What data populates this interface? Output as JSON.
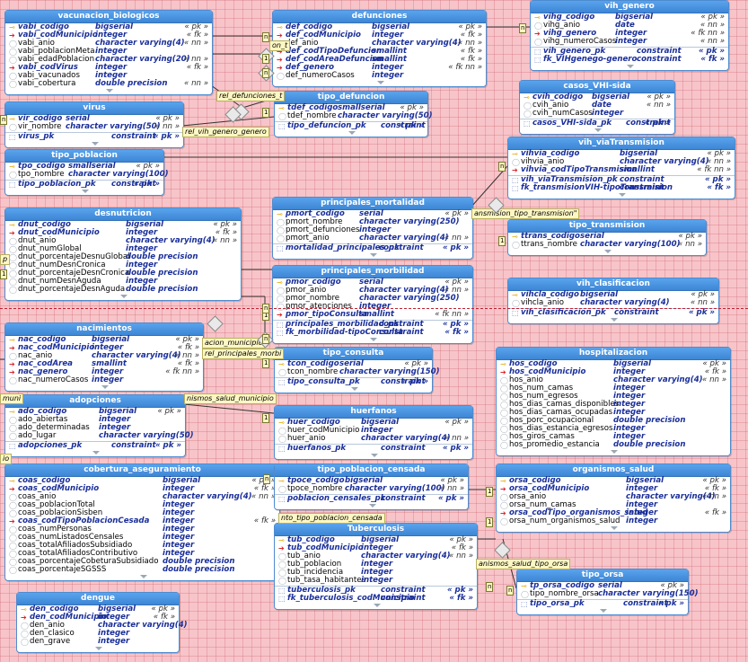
{
  "colors": {
    "background": "#f7c4c9",
    "header": "#4a94e0",
    "type_text": "#1a2f9a",
    "relation_label": "#fdf7c3"
  },
  "tables": [
    {
      "name": "vacunacion_biologicos",
      "cols": [
        [
          "pk",
          "vabi_codigo",
          "bigserial",
          "« pk »"
        ],
        [
          "fk",
          "vabi_codMunicipio",
          "integer",
          "« fk »"
        ],
        [
          "col",
          "vabi_anio",
          "character varying(4)",
          "« nn »"
        ],
        [
          "col",
          "vabi_poblacionMeta",
          "integer",
          ""
        ],
        [
          "col",
          "vabi_edadPoblacion",
          "character varying(20)",
          "« nn »"
        ],
        [
          "fk",
          "vabi_codVirus",
          "integer",
          "« fk »"
        ],
        [
          "col",
          "vabi_vacunados",
          "integer",
          ""
        ],
        [
          "col",
          "vabi_cobertura",
          "double precision",
          "« nn »"
        ]
      ],
      "idx": []
    },
    {
      "name": "defunciones",
      "cols": [
        [
          "pk",
          "def_codigo",
          "bigserial",
          "« pk »"
        ],
        [
          "fk",
          "def_codMunicipio",
          "integer",
          "« fk »"
        ],
        [
          "col",
          "def_anio",
          "character varying(4)",
          "« nn »"
        ],
        [
          "fk",
          "def_codTipoDefuncion",
          "smallint",
          "« fk »"
        ],
        [
          "fk",
          "def_codAreaDefuncion",
          "smallint",
          "« fk »"
        ],
        [
          "fk",
          "def_genero",
          "integer",
          "« fk nn »"
        ],
        [
          "col",
          "def_numeroCasos",
          "integer",
          ""
        ]
      ],
      "idx": []
    },
    {
      "name": "vih_genero",
      "cols": [
        [
          "pk",
          "vihg_codigo",
          "bigserial",
          "« pk »"
        ],
        [
          "col",
          "vihg_anio",
          "date",
          "« nn »"
        ],
        [
          "fk",
          "vihg_genero",
          "integer",
          "« fk nn »"
        ],
        [
          "col",
          "vihg_numeroCasos",
          "integer",
          "« nn »"
        ]
      ],
      "idx": [
        [
          "vih_genero_pk",
          "constraint",
          "« pk »"
        ],
        [
          "fk_VIHgenego-genero",
          "constraint",
          "« fk »"
        ]
      ]
    },
    {
      "name": "virus",
      "cols": [
        [
          "pk",
          "vir_codigo",
          "serial",
          "« pk »"
        ],
        [
          "col",
          "vir_nombre",
          "character varying(50)",
          "« nn »"
        ]
      ],
      "idx": [
        [
          "virus_pk",
          "constraint",
          "« pk »"
        ]
      ]
    },
    {
      "name": "tipo_defuncion",
      "cols": [
        [
          "pk",
          "tdef_codigo",
          "smallserial",
          "« pk »"
        ],
        [
          "col",
          "tdef_nombre",
          "character varying(50)",
          ""
        ]
      ],
      "idx": [
        [
          "tipo_defuncion_pk",
          "constraint",
          "« pk »"
        ]
      ]
    },
    {
      "name": "casos_VHI-sida",
      "cols": [
        [
          "pk",
          "cvih_codigo",
          "bigserial",
          "« pk »"
        ],
        [
          "col",
          "cvih_anio",
          "date",
          "« nn »"
        ],
        [
          "col",
          "cvih_numCasos",
          "integer",
          ""
        ]
      ],
      "idx": [
        [
          "casos_VHI-sida_pk",
          "constraint",
          "« pk »"
        ]
      ]
    },
    {
      "name": "tipo_poblacion",
      "cols": [
        [
          "pk",
          "tpo_codigo",
          "smallserial",
          "« pk »"
        ],
        [
          "col",
          "tpo_nombre",
          "character varying(100)",
          ""
        ]
      ],
      "idx": [
        [
          "tipo_poblacion_pk",
          "constraint",
          "« pk »"
        ]
      ]
    },
    {
      "name": "vih_viaTransmision",
      "cols": [
        [
          "pk",
          "vihvia_codigo",
          "bigserial",
          "« pk »"
        ],
        [
          "col",
          "vihvia_anio",
          "character varying(4)",
          "« nn »"
        ],
        [
          "fk",
          "vihvia_codTipoTransmision",
          "smallint",
          "« fk nn »"
        ]
      ],
      "idx": [
        [
          "vih_viaTransmision_pk",
          "constraint",
          "« pk »"
        ],
        [
          "fk_transmisionVIH-tipoTransmision",
          "constraint",
          "« fk »"
        ]
      ]
    },
    {
      "name": "principales_mortalidad",
      "cols": [
        [
          "pk",
          "pmort_codigo",
          "serial",
          "« pk »"
        ],
        [
          "col",
          "pmort_nombre",
          "character varying(250)",
          ""
        ],
        [
          "col",
          "pmort_defunciones",
          "integer",
          ""
        ],
        [
          "col",
          "pmort_anio",
          "character varying(4)",
          "« nn »"
        ]
      ],
      "idx": [
        [
          "mortalidad_principales_pk",
          "constraint",
          "« pk »"
        ]
      ]
    },
    {
      "name": "desnutricion",
      "cols": [
        [
          "pk",
          "dnut_codigo",
          "bigserial",
          "« pk »"
        ],
        [
          "fk",
          "dnut_codMunicipio",
          "integer",
          "« fk »"
        ],
        [
          "col",
          "dnut_anio",
          "character varying(4)",
          "« nn »"
        ],
        [
          "col",
          "dnut_numGlobal",
          "integer",
          ""
        ],
        [
          "col",
          "dnut_porcentajeDesnuGlobal",
          "double precision",
          ""
        ],
        [
          "col",
          "dnut_numDesnCronica",
          "integer",
          ""
        ],
        [
          "col",
          "dnut_porcentajeDesnCronica",
          "double precision",
          ""
        ],
        [
          "col",
          "dnut_numDesnAguda",
          "integer",
          ""
        ],
        [
          "col",
          "dnut_porcentajeDesnAguda",
          "double precision",
          ""
        ]
      ],
      "idx": []
    },
    {
      "name": "tipo_transmision",
      "cols": [
        [
          "pk",
          "ttrans_codigo",
          "serial",
          "« pk »"
        ],
        [
          "col",
          "ttrans_nombre",
          "character varying(100)",
          "« nn »"
        ]
      ],
      "idx": []
    },
    {
      "name": "principales_morbilidad",
      "cols": [
        [
          "pk",
          "pmor_codigo",
          "serial",
          "« pk »"
        ],
        [
          "col",
          "pmor_anio",
          "character varying(4)",
          "« nn »"
        ],
        [
          "col",
          "pmor_nombre",
          "character varying(250)",
          ""
        ],
        [
          "col",
          "pmor_atenciones",
          "integer",
          ""
        ],
        [
          "fk",
          "pmor_tipoConsulta",
          "smallint",
          "« fk nn »"
        ]
      ],
      "idx": [
        [
          "principales_morbilidad_pk",
          "constraint",
          "« pk »"
        ],
        [
          "fk_morbilidad-tipoConsulta",
          "constraint",
          "« fk »"
        ]
      ]
    },
    {
      "name": "vih_clasificacion",
      "cols": [
        [
          "pk",
          "vihcla_codigo",
          "bigserial",
          "« pk »"
        ],
        [
          "col",
          "vihcla_anio",
          "character varying(4)",
          "« nn »"
        ]
      ],
      "idx": [
        [
          "vih_clasificacion_pk",
          "constraint",
          "« pk »"
        ]
      ]
    },
    {
      "name": "nacimientos",
      "cols": [
        [
          "pk",
          "nac_codigo",
          "bigserial",
          "« pk »"
        ],
        [
          "fk",
          "nac_codMunicipio",
          "integer",
          "« fk »"
        ],
        [
          "col",
          "nac_anio",
          "character varying(4)",
          "« nn »"
        ],
        [
          "fk",
          "nac_codArea",
          "smallint",
          "« fk »"
        ],
        [
          "fk",
          "nac_genero",
          "integer",
          "« fk nn »"
        ],
        [
          "col",
          "nac_numeroCasos",
          "integer",
          ""
        ]
      ],
      "idx": []
    },
    {
      "name": "tipo_consulta",
      "cols": [
        [
          "pk",
          "tcon_codigo",
          "serial",
          "« pk »"
        ],
        [
          "col",
          "tcon_nombre",
          "character varying(150)",
          ""
        ]
      ],
      "idx": [
        [
          "tipo_consulta_pk",
          "constraint",
          "« pk »"
        ]
      ]
    },
    {
      "name": "hospitalizacion",
      "cols": [
        [
          "pk",
          "hos_codigo",
          "bigserial",
          "« pk »"
        ],
        [
          "fk",
          "hos_codMunicipio",
          "integer",
          "« fk »"
        ],
        [
          "col",
          "hos_anio",
          "character varying(4)",
          "« nn »"
        ],
        [
          "col",
          "hos_num_camas",
          "integer",
          ""
        ],
        [
          "col",
          "hos_num_egresos",
          "integer",
          ""
        ],
        [
          "col",
          "hos_dias_camas_disponibles",
          "integer",
          ""
        ],
        [
          "col",
          "hos_dias_camas_ocupadas",
          "integer",
          ""
        ],
        [
          "col",
          "hos_porc_ocupacional",
          "double precision",
          ""
        ],
        [
          "col",
          "hos_dias_estancia_egresos",
          "integer",
          ""
        ],
        [
          "col",
          "hos_giros_camas",
          "integer",
          ""
        ],
        [
          "col",
          "hos_promedio_estancia",
          "double precision",
          ""
        ]
      ],
      "idx": []
    },
    {
      "name": "adopciones",
      "cols": [
        [
          "pk",
          "ado_codigo",
          "bigserial",
          "« pk »"
        ],
        [
          "col",
          "ado_abiertas",
          "integer",
          ""
        ],
        [
          "col",
          "ado_determinadas",
          "integer",
          ""
        ],
        [
          "col",
          "ado_lugar",
          "character varying(50)",
          ""
        ]
      ],
      "idx": [
        [
          "adopciones_pk",
          "constraint",
          "« pk »"
        ]
      ]
    },
    {
      "name": "huerfanos",
      "cols": [
        [
          "pk",
          "huer_codigo",
          "bigserial",
          "« pk »"
        ],
        [
          "col",
          "huer_codMunicipio",
          "integer",
          ""
        ],
        [
          "col",
          "huer_anio",
          "character varying(4)",
          "« nn »"
        ]
      ],
      "idx": [
        [
          "huerfanos_pk",
          "constraint",
          "« pk »"
        ]
      ]
    },
    {
      "name": "cobertura_aseguramiento",
      "cols": [
        [
          "pk",
          "coas_codigo",
          "bigserial",
          "« pk »"
        ],
        [
          "fk",
          "coas_codMunicipio",
          "integer",
          "« fk »"
        ],
        [
          "col",
          "coas_anio",
          "character varying(4)",
          "« nn »"
        ],
        [
          "col",
          "coas_poblacionTotal",
          "integer",
          ""
        ],
        [
          "col",
          "coas_poblacionSisben",
          "integer",
          ""
        ],
        [
          "fk",
          "coas_codTipoPoblacionCesada",
          "integer",
          "« fk »"
        ],
        [
          "col",
          "coas_numPersonas",
          "integer",
          ""
        ],
        [
          "col",
          "coas_numListadosCensales",
          "integer",
          ""
        ],
        [
          "col",
          "coas_totalAfiliadosSubsidiado",
          "integer",
          ""
        ],
        [
          "col",
          "coas_totalAfiliadosContributivo",
          "integer",
          ""
        ],
        [
          "col",
          "coas_porcentajeCobeturaSubsidiado",
          "double precision",
          ""
        ],
        [
          "col",
          "coas_porcentajeSGSSS",
          "double precision",
          ""
        ]
      ],
      "idx": []
    },
    {
      "name": "tipo_poblacion_censada",
      "cols": [
        [
          "pk",
          "tpoce_codigo",
          "bigserial",
          "« pk »"
        ],
        [
          "col",
          "tpoce_nombre",
          "character varying(100)",
          "« nn »"
        ]
      ],
      "idx": [
        [
          "poblacion_censales_pk",
          "constraint",
          "« pk »"
        ]
      ]
    },
    {
      "name": "organismos_salud",
      "cols": [
        [
          "pk",
          "orsa_codigo",
          "bigserial",
          "« pk »"
        ],
        [
          "fk",
          "orsa_codMunicipio",
          "integer",
          "« fk »"
        ],
        [
          "col",
          "orsa_anio",
          "character varying(4)",
          "« nn »"
        ],
        [
          "col",
          "orsa_num_camas",
          "integer",
          ""
        ],
        [
          "fk",
          "orsa_codTipo_organismos_salud",
          "integer",
          "« fk »"
        ],
        [
          "col",
          "orsa_num_organismos_salud",
          "integer",
          ""
        ]
      ],
      "idx": []
    },
    {
      "name": "Tuberculosis",
      "cols": [
        [
          "pk",
          "tub_codigo",
          "bigserial",
          "« pk »"
        ],
        [
          "fk",
          "tub_codMunicipio",
          "integer",
          "« fk »"
        ],
        [
          "col",
          "tub_anio",
          "character varying(4)",
          "« nn »"
        ],
        [
          "col",
          "tub_poblacion",
          "integer",
          ""
        ],
        [
          "col",
          "tub_incidencia",
          "integer",
          ""
        ],
        [
          "col",
          "tub_tasa_habitantes",
          "integer",
          ""
        ]
      ],
      "idx": [
        [
          "tuberculosis_pk",
          "constraint",
          "« pk »"
        ],
        [
          "fk_tuberculosis_codMunicipio",
          "constraint",
          "« fk »"
        ]
      ]
    },
    {
      "name": "tipo_orsa",
      "cols": [
        [
          "pk",
          "tp_orsa_codigo",
          "serial",
          "« pk »"
        ],
        [
          "col",
          "tipo_nombre_orsa",
          "character varying(150)",
          ""
        ]
      ],
      "idx": [
        [
          "tipo_orsa_pk",
          "constraint",
          "« pk »"
        ]
      ]
    },
    {
      "name": "dengue",
      "cols": [
        [
          "pk",
          "den_codigo",
          "bigserial",
          "« pk »"
        ],
        [
          "fk",
          "den_codMunicipio",
          "integer",
          "« fk »"
        ],
        [
          "col",
          "den_anio",
          "character varying(4)",
          ""
        ],
        [
          "col",
          "den_clasico",
          "integer",
          ""
        ],
        [
          "col",
          "den_grave",
          "integer",
          ""
        ]
      ],
      "idx": []
    }
  ],
  "relations": [
    "rel_defunciones_t",
    "rel_vih_genero_genero",
    "ansmision_tipo_transmision\"",
    "acion_municipio",
    "rel_principales_morbi",
    "nismos_salud_municipio",
    "nto_tipo_poblacion_censada",
    "anismos_salud_tipo_orsa",
    "muni",
    "io",
    "on_t",
    "p"
  ],
  "cardinalities": [
    "n",
    "1",
    "n",
    "1",
    "n",
    "n",
    "1",
    "n",
    "1",
    "1",
    "n",
    "1",
    "1",
    "n",
    "n",
    "1",
    "n",
    "n",
    "1"
  ]
}
